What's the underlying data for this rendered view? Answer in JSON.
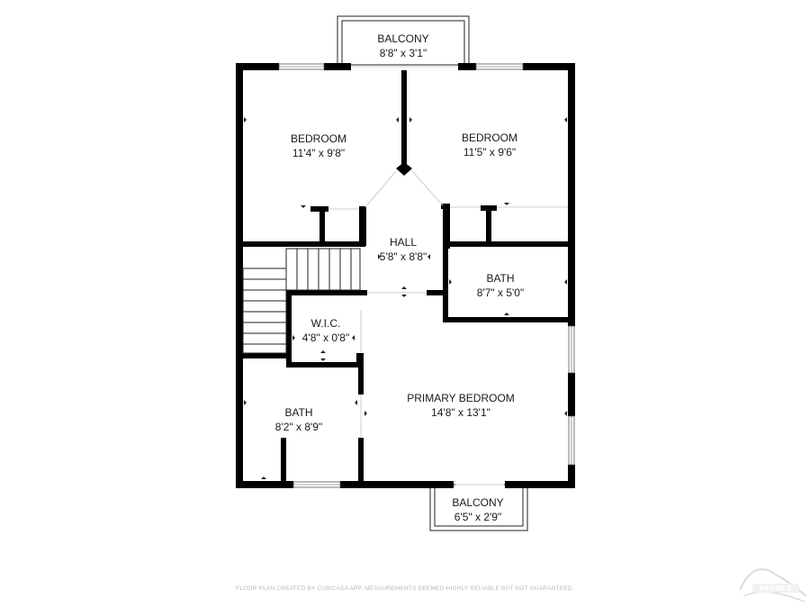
{
  "rooms": {
    "balcony_top": {
      "name": "BALCONY",
      "size": "8'8\" x 3'1\""
    },
    "bedroom_left": {
      "name": "BEDROOM",
      "size": "11'4\" x 9'8\""
    },
    "bedroom_right": {
      "name": "BEDROOM",
      "size": "11'5\" x 9'6\""
    },
    "hall": {
      "name": "HALL",
      "size": "5'8\" x 8'8\""
    },
    "bath_right": {
      "name": "BATH",
      "size": "8'7\" x 5'0\""
    },
    "wic": {
      "name": "W.I.C.",
      "size": "4'8\" x 0'8\""
    },
    "bath_left": {
      "name": "BATH",
      "size": "8'2\" x 8'9\""
    },
    "primary_bedroom": {
      "name": "PRIMARY BEDROOM",
      "size": "14'8\" x 13'1\""
    },
    "balcony_bottom": {
      "name": "BALCONY",
      "size": "6'5\" x 2'9\""
    }
  },
  "footer": {
    "disclaimer": "FLOOR PLAN CREATED BY CUBICASA APP. MEASUREMENTS DEEMED HIGHLY RELIABLE BUT NOT GUARANTEED."
  },
  "logo": {
    "icon": "pensacola-logo-icon",
    "text": "PAR MLS"
  }
}
